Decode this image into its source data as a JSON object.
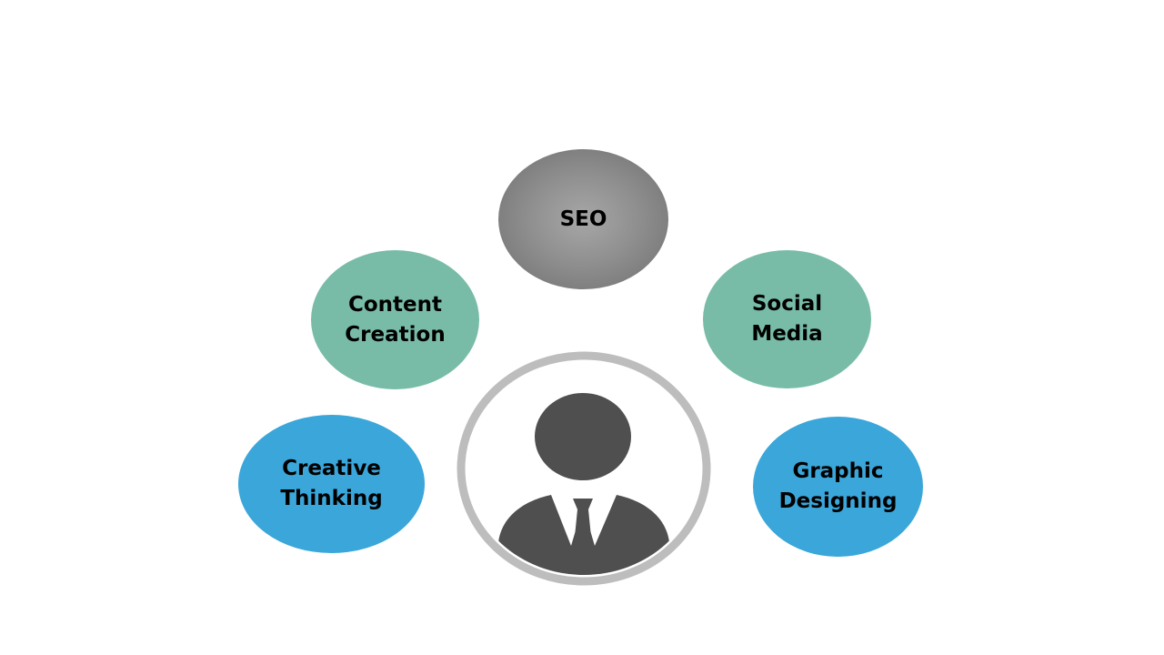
{
  "diagram": {
    "center": {
      "icon": "person-icon"
    },
    "nodes": [
      {
        "id": "seo",
        "label": "SEO",
        "color": "#8f8f8f"
      },
      {
        "id": "content",
        "label": "Content\nCreation",
        "color": "#78bca8"
      },
      {
        "id": "social",
        "label": "Social\nMedia",
        "color": "#78bca8"
      },
      {
        "id": "creative",
        "label": "Creative\nThinking",
        "color": "#3aa6d9"
      },
      {
        "id": "graphic",
        "label": "Graphic\nDesigning",
        "color": "#3aa6d9"
      }
    ],
    "colors": {
      "ring": "#bdbdbd",
      "person": "#4f4f4f",
      "background": "#ffffff"
    }
  }
}
